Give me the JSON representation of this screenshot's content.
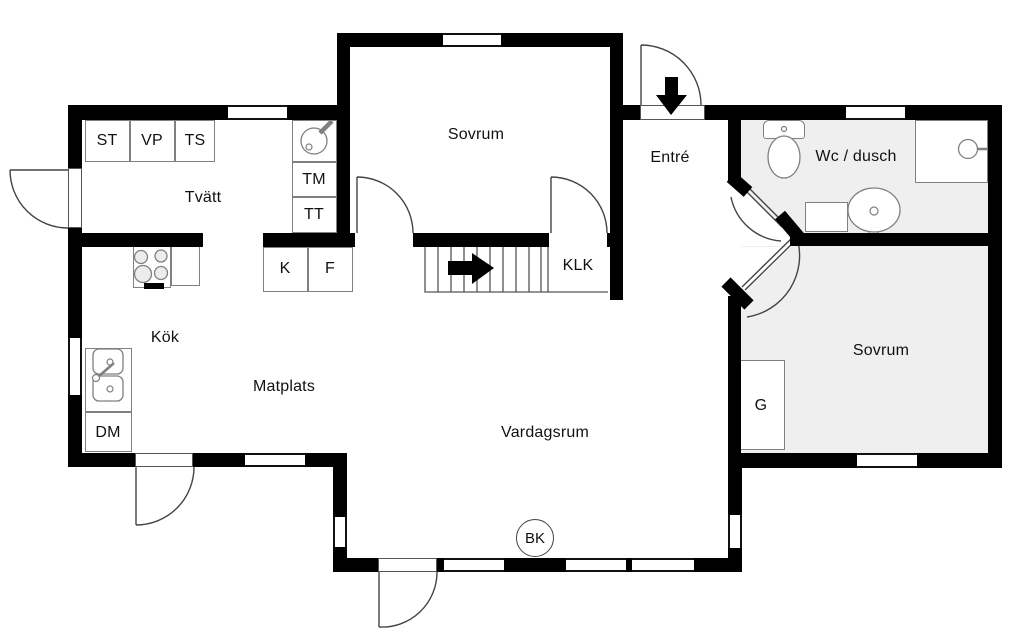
{
  "rooms": {
    "tvatt": "Tvätt",
    "sovrum_top": "Sovrum",
    "entre": "Entré",
    "wc_dusch": "Wc / dusch",
    "sovrum_right": "Sovrum",
    "kok": "Kök",
    "matplats": "Matplats",
    "vardagsrum": "Vardagsrum",
    "klk": "KLK"
  },
  "fixtures": {
    "st": "ST",
    "vp": "VP",
    "ts": "TS",
    "tm": "TM",
    "tt": "TT",
    "k": "K",
    "f": "F",
    "dm": "DM",
    "g": "G",
    "bk": "BK"
  },
  "colors": {
    "wall": "#000000",
    "room_shaded": "#efefef",
    "fixture_line": "#808080"
  }
}
